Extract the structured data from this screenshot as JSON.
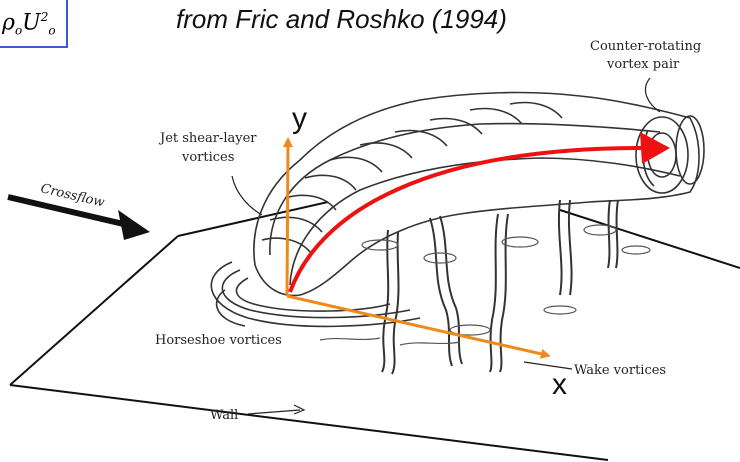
{
  "formula": {
    "rho": "ρ",
    "rho_sub": "o",
    "u": "U",
    "u_sub": "o",
    "u_sup": "2"
  },
  "source": "from Fric and Roshko (1994)",
  "labels": {
    "counter_rotating_1": "Counter-rotating",
    "counter_rotating_2": "vortex pair",
    "jet_shear_1": "Jet shear-layer",
    "jet_shear_2": "vortices",
    "crossflow": "Crossflow",
    "horseshoe": "Horseshoe vortices",
    "wake": "Wake vortices",
    "wall": "Wall"
  },
  "axes": {
    "x": "x",
    "y": "y"
  },
  "colors": {
    "axis": "#ee8a1c",
    "trajectory": "#ee1111",
    "box_border": "#3a5bd6"
  }
}
